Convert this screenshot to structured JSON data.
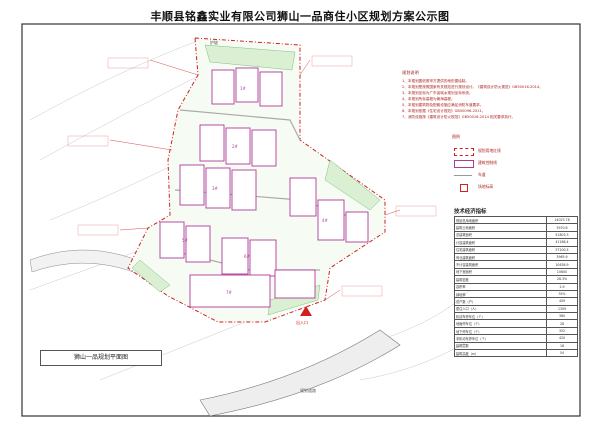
{
  "title": "丰顺县铭鑫实业有限公司狮山一品商住小区规划方案公示图",
  "notes": {
    "heading": "规划说明",
    "items": [
      "1、本规划图依照甲方提供的地形图绘制。",
      "2、本规划是按照国家有关规范进行规划设计。《建筑设计防火规范》GB50016-2014。",
      "3、本规划坐标为广东省城乡规划坐标系统。",
      "4、本规划所标高程为黄海高程。",
      "5、本规划建筑物及配套设施应满足消防车道要求。",
      "6、本规划依据《住宅设计规范》GB50096-2011。",
      "7、消防设施按《建筑设计防火规范》GB50016-2014 相关要求执行。"
    ]
  },
  "legend": {
    "title": "图例",
    "items": [
      {
        "label": "规划用地红线",
        "color": "#d02020"
      },
      {
        "label": "建筑控制线",
        "color": "#b03a9a"
      },
      {
        "label": "车道",
        "color": "#999999"
      },
      {
        "label": "场地标高",
        "color": "#d02020"
      }
    ]
  },
  "tech": {
    "title": "技术经济指标",
    "rows": [
      {
        "label": "规划总用地面积",
        "value": "14023.78"
      },
      {
        "label": "建筑占地面积",
        "value": "3970.6"
      },
      {
        "label": "总建筑面积",
        "value": "51803.3"
      },
      {
        "label": "计容建筑面积",
        "value": "41166.4"
      },
      {
        "label": "住宅建筑面积",
        "value": "37200.5"
      },
      {
        "label": "商业建筑面积",
        "value": "3965.9"
      },
      {
        "label": "不计容建筑面积",
        "value": "10636.9"
      },
      {
        "label": "地下室面积",
        "value": "10600"
      },
      {
        "label": "建筑密度",
        "value": "28.3%"
      },
      {
        "label": "容积率",
        "value": "2.9"
      },
      {
        "label": "绿地率",
        "value": "35%"
      },
      {
        "label": "总户数（户）",
        "value": "409"
      },
      {
        "label": "居住人口（人）",
        "value": "1309"
      },
      {
        "label": "机动车停车位（个）",
        "value": "380"
      },
      {
        "label": "地面停车位（个）",
        "value": "28"
      },
      {
        "label": "地下停车位（个）",
        "value": "352"
      },
      {
        "label": "非机动车停车位（个）",
        "value": "420"
      },
      {
        "label": "建筑层数",
        "value": "18"
      },
      {
        "label": "建筑高度（m）",
        "value": "54"
      }
    ]
  },
  "plan_label": "狮山一品规划平面图",
  "site_labels": {
    "road_north": "护坡",
    "road_south": "规划道路",
    "building_1": "1#",
    "building_2": "2#",
    "building_3": "3#",
    "building_4": "4#",
    "building_5": "5#",
    "building_6": "6#",
    "building_7": "7#",
    "entrance": "出入口"
  },
  "colors": {
    "redline": "#d02020",
    "building": "#b03a9a",
    "green": "#3a9a4a",
    "road": "#9a9a9a"
  }
}
